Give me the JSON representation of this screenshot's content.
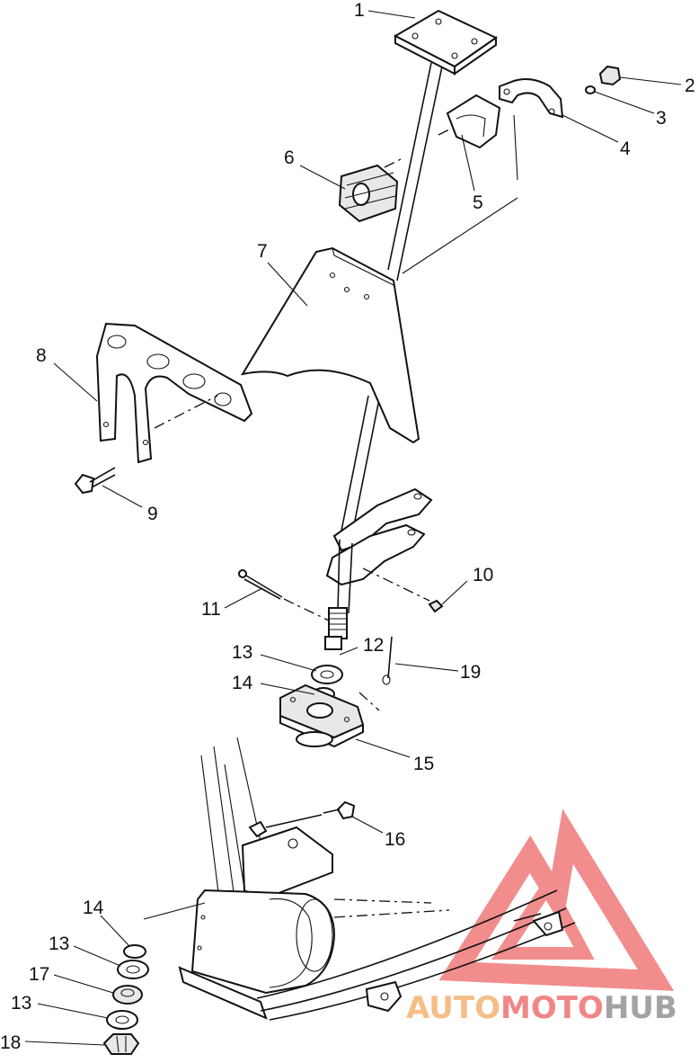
{
  "diagram": {
    "callouts": [
      {
        "id": "c1",
        "text": "1"
      },
      {
        "id": "c2",
        "text": "2"
      },
      {
        "id": "c3",
        "text": "3"
      },
      {
        "id": "c4",
        "text": "4"
      },
      {
        "id": "c5",
        "text": "5"
      },
      {
        "id": "c6",
        "text": "6"
      },
      {
        "id": "c7",
        "text": "7"
      },
      {
        "id": "c8",
        "text": "8"
      },
      {
        "id": "c9",
        "text": "9"
      },
      {
        "id": "c10",
        "text": "10"
      },
      {
        "id": "c11",
        "text": "11"
      },
      {
        "id": "c12",
        "text": "12"
      },
      {
        "id": "c13a",
        "text": "13"
      },
      {
        "id": "c14a",
        "text": "14"
      },
      {
        "id": "c19",
        "text": "19"
      },
      {
        "id": "c15",
        "text": "15"
      },
      {
        "id": "c16",
        "text": "16"
      },
      {
        "id": "c14b",
        "text": "14"
      },
      {
        "id": "c13b",
        "text": "13"
      },
      {
        "id": "c17",
        "text": "17"
      },
      {
        "id": "c13c",
        "text": "13"
      },
      {
        "id": "c18",
        "text": "18"
      }
    ]
  },
  "watermark": {
    "word1": "AUTO",
    "word2": "MOTO",
    "word3": "HUB",
    "color_primary": "#f07a7a",
    "color_secondary": "#f4b87a",
    "color_tertiary": "#9a9a9a"
  }
}
